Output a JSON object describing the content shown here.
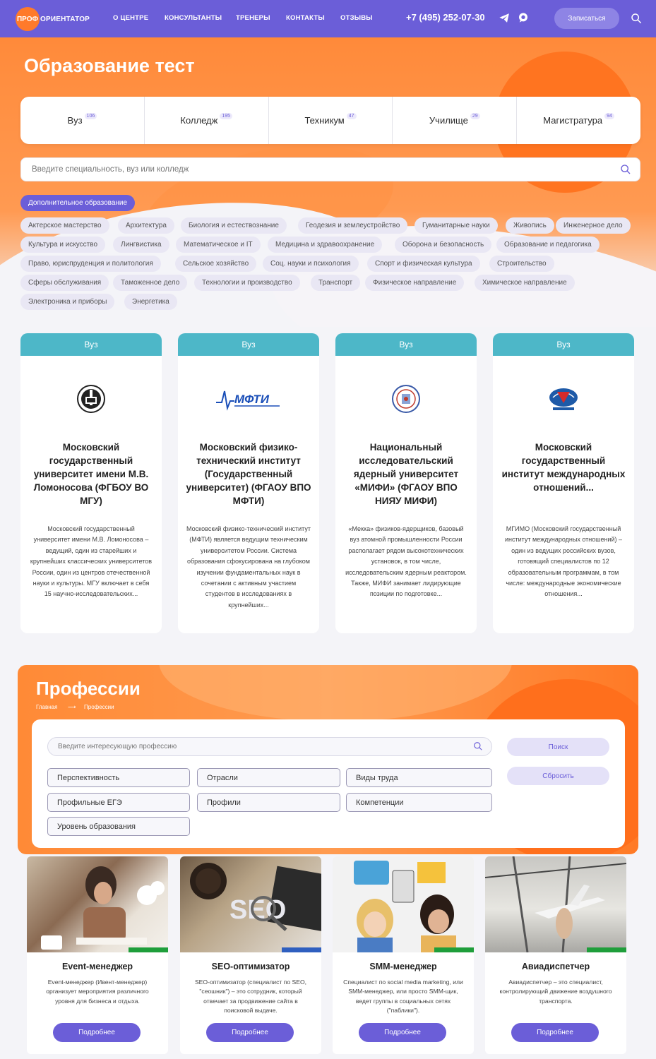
{
  "header": {
    "logo_badge": "ПРОФ",
    "logo_text": "ОРИЕНТАТОР",
    "nav": [
      "О ЦЕНТРЕ",
      "КОНСУЛЬТАНТЫ",
      "ТРЕНЕРЫ",
      "КОНТАКТЫ",
      "ОТЗЫВЫ"
    ],
    "phone": "+7 (495) 252-07-30",
    "signup_label": "Записаться"
  },
  "hero": {
    "title": "Образование тест",
    "tabs": [
      {
        "label": "Вуз",
        "count": "106"
      },
      {
        "label": "Колледж",
        "count": "195"
      },
      {
        "label": "Техникум",
        "count": "47"
      },
      {
        "label": "Училище",
        "count": "29"
      },
      {
        "label": "Магистратура",
        "count": "94"
      }
    ],
    "search_placeholder": "Введите специальность, вуз или колледж",
    "tags": [
      "Дополнительное образование",
      "Актерское мастерство",
      "Архитектура",
      "Биология и естествознание",
      "Геодезия и землеустройство",
      "Гуманитарные науки",
      "Живопись",
      "Инженерное дело",
      "Культура и искусство",
      "Лингвистика",
      "Математическое и IT",
      "Медицина и здравоохранение",
      "Оборона и безопасность",
      "Образование и педагогика",
      "Право, юриспруденция и политология",
      "Сельское хозяйство",
      "Соц. науки и психология",
      "Спорт и физическая культура",
      "Строительство",
      "Сферы обслуживания",
      "Таможенное дело",
      "Технологии и производство",
      "Транспорт",
      "Физическое направление",
      "Химическое направление",
      "Электроника и приборы",
      "Энергетика"
    ]
  },
  "universities": [
    {
      "type": "Вуз",
      "name": "Московский государственный университет имени М.В. Ломоносова (ФГБОУ ВО МГУ)",
      "desc": "Московский государственный университет имени М.В. Ломоносова – ведущий, один из старейших и крупнейших классических университетов России, один из центров отечественной науки и культуры. МГУ включает в себя 15 научно-исследовательских..."
    },
    {
      "type": "Вуз",
      "name": "Московский физико-технический институт (Государственный университет) (ФГАОУ ВПО МФТИ)",
      "logo_text": "МФТИ",
      "desc": "Московский физико-технический институт (МФТИ) является ведущим техническим университетом России. Система образования сфокусирована на глубоком изучении фундаментальных наук в сочетании с активным участием студентов в исследованиях в крупнейших..."
    },
    {
      "type": "Вуз",
      "name": "Национальный исследовательский ядерный университет «МИФИ» (ФГАОУ ВПО НИЯУ МИФИ)",
      "desc": "«Мекка» физиков-ядерщиков, базовый вуз атомной промышленности России располагает рядом высокотехничеcких установок, в том числе, исследовательским ядерным реактором. Также, МИФИ занимает лидирующие позиции по подготовке..."
    },
    {
      "type": "Вуз",
      "name": "Московский государственный институт международных отношений...",
      "desc": "МГИМО (Московский государственный институт международных отношений) – один из ведущих российских вузов, готовящий специалистов по 12 образовательным программам, в том числе: международные экономические отношения..."
    }
  ],
  "professions": {
    "title": "Профессии",
    "breadcrumb": [
      "Главная",
      "Профессии"
    ],
    "search_placeholder": "Введите интересующую профессию",
    "filters": [
      "Перспективность",
      "Отрасли",
      "Виды труда",
      "Профильные ЕГЭ",
      "Профили",
      "Компетенции",
      "Уровень образования"
    ],
    "search_btn": "Поиск",
    "reset_btn": "Сбросить",
    "cards": [
      {
        "name": "Event-менеджер",
        "desc": "Event-менеджер (Ивент-менеджер) организует мероприятия различного уровня для бизнеса и отдыха.",
        "more": "Подробнее"
      },
      {
        "name": "SEO-оптимизатор",
        "desc": "SEO-оптимизатор (специалист по SEO, \"сеошник\") – это сотрудник, который отвечает за продвижение сайта в поисковой выдаче.",
        "more": "Подробнее",
        "img_text": "SEO"
      },
      {
        "name": "SMM-менеджер",
        "desc": "Специалист по social media marketing, или SMM-менеджер, или просто SMM-щик, ведет группы в социальных сетях (\"паблики\").",
        "more": "Подробнее"
      },
      {
        "name": "Авиадиспетчер",
        "desc": "Авиадиспетчер – это специалист, контролирующий движение воздушного транспорта.",
        "more": "Подробнее"
      }
    ]
  },
  "colors": {
    "primary": "#6b5ed8",
    "accent": "#ff8a36",
    "teal": "#4db7c8"
  }
}
